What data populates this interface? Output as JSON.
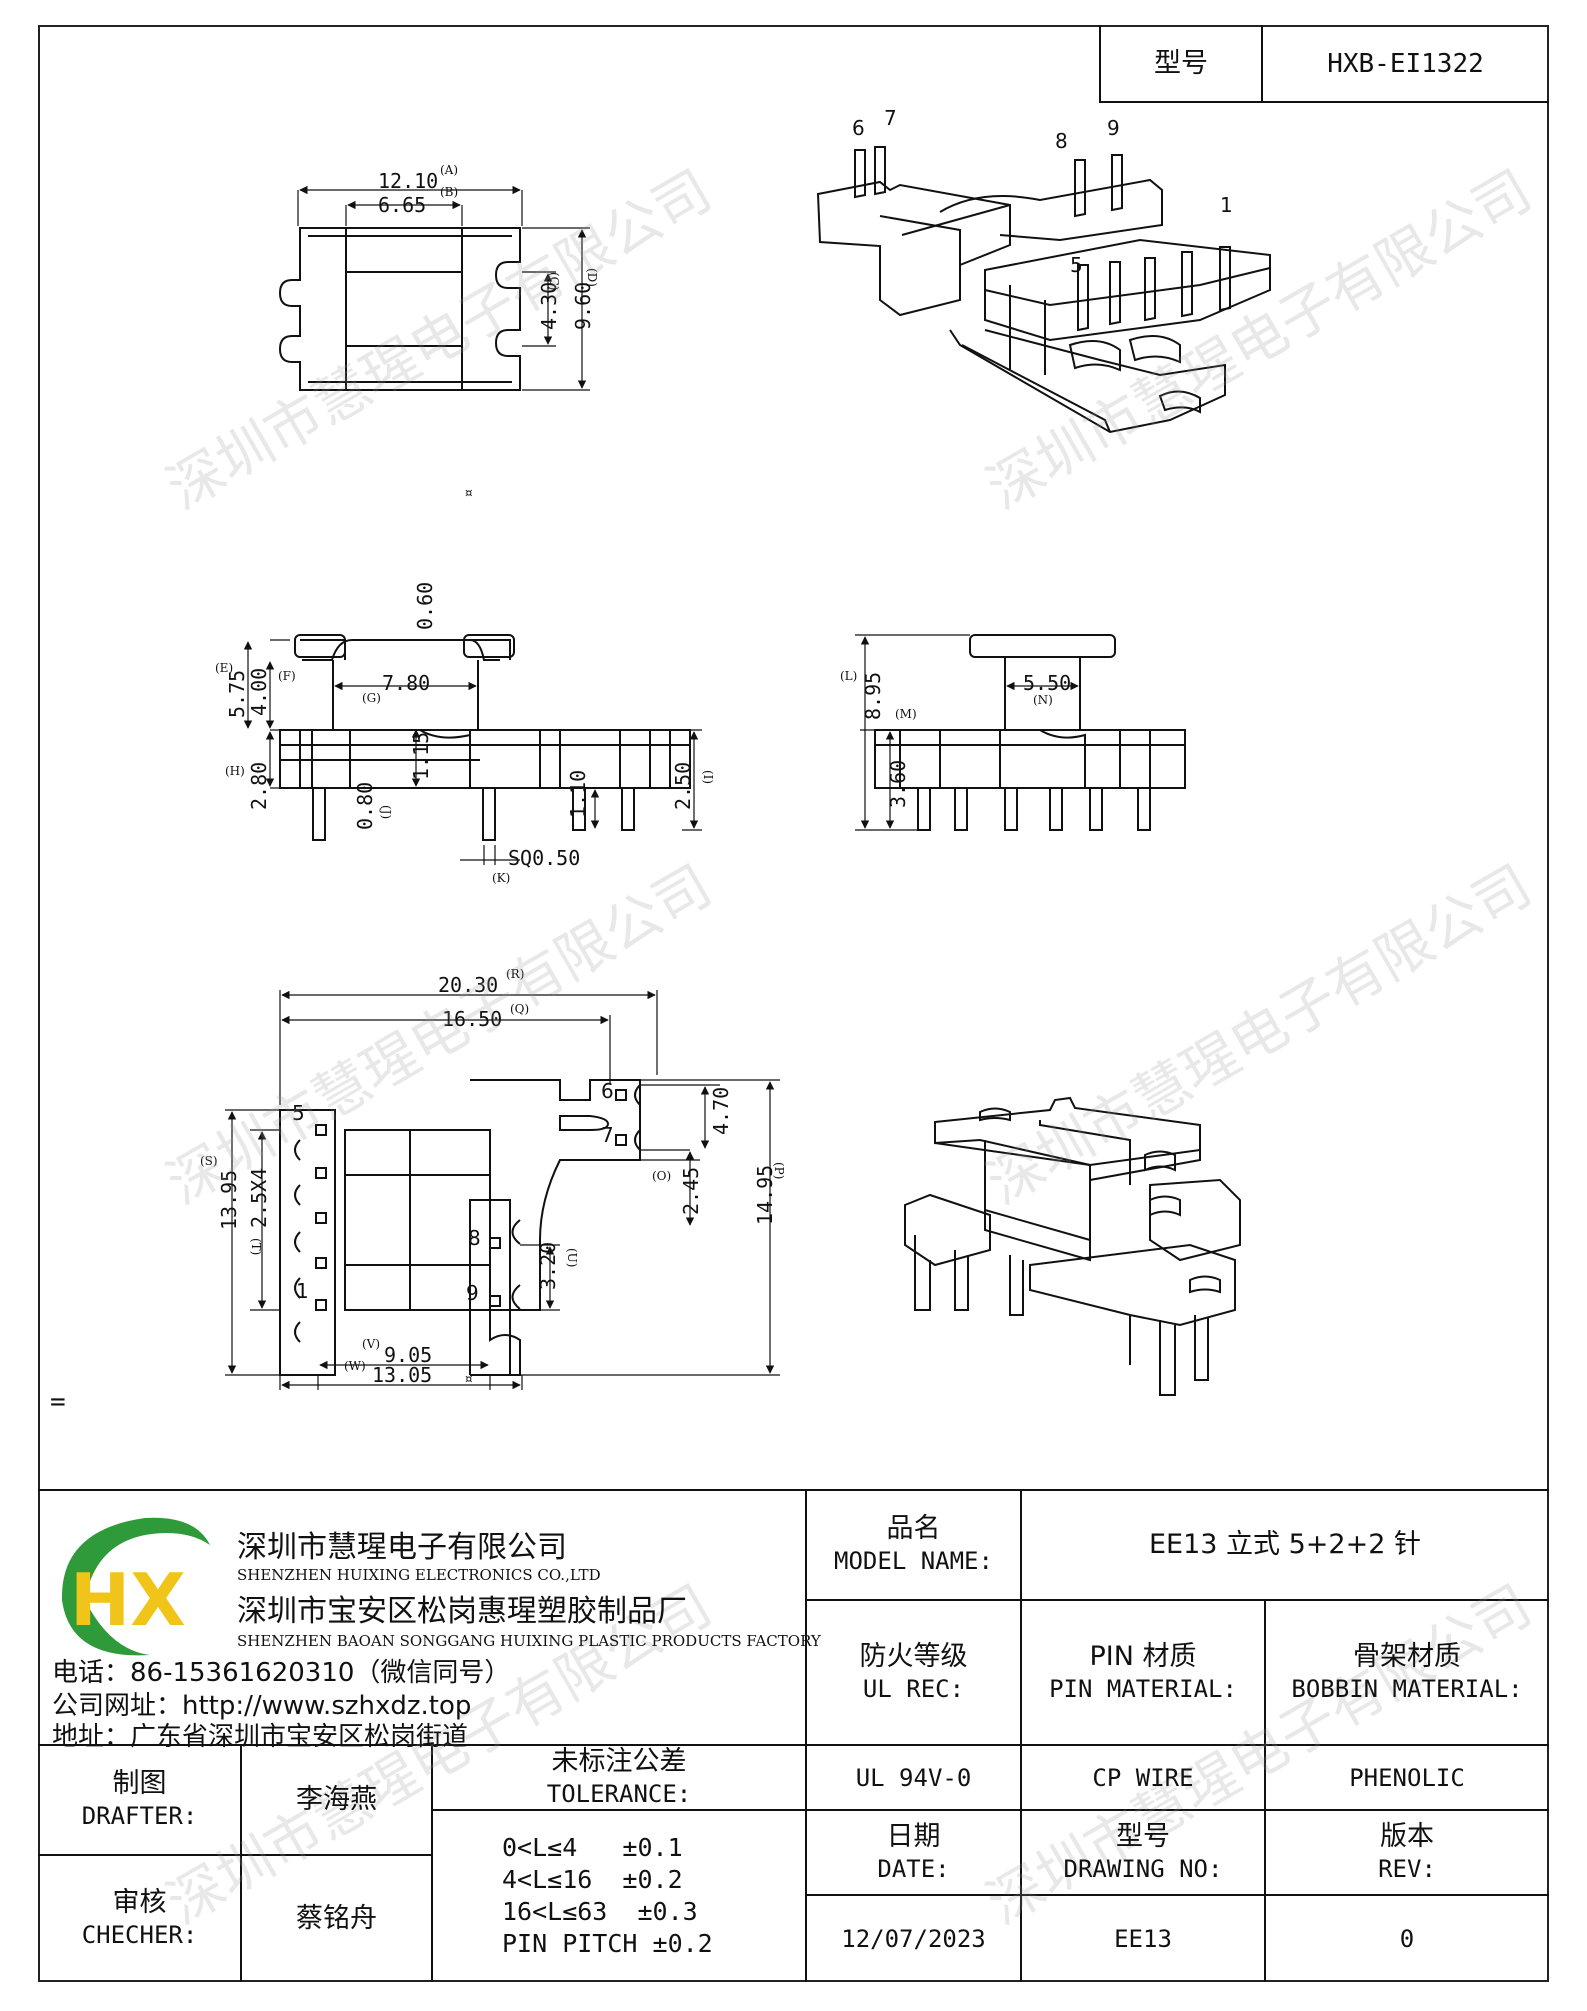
{
  "header": {
    "model_label": "型号",
    "model_value": "HXB-EI1322"
  },
  "top_view": {
    "dims": {
      "a": "12.10",
      "b": "6.65",
      "c": "4.30",
      "d": "9.60"
    },
    "refs": {
      "a": "(A)",
      "b": "(B)",
      "c": "(C)",
      "d": "(D)"
    }
  },
  "iso_top": {
    "pins": [
      "6",
      "7",
      "8",
      "9",
      "1",
      "5"
    ]
  },
  "front_view": {
    "dims": {
      "t": "0.60",
      "w": "7.80",
      "h1": "5.75",
      "h2": "4.00",
      "h3": "2.80",
      "s": "1.15",
      "pd": "0.80",
      "p2": "1.10",
      "p3": "2.50",
      "sq": "SQ0.50"
    },
    "refs": {
      "e": "(E)",
      "f": "(F)",
      "g": "(G)",
      "h": "(H)",
      "j": "(J)",
      "k": "(K)",
      "i": "(I)"
    }
  },
  "side_view": {
    "dims": {
      "w": "5.50",
      "h1": "8.95",
      "h2": "3.60"
    },
    "refs": {
      "l": "(L)",
      "n": "(N)",
      "m": "(M)"
    }
  },
  "bottom_view": {
    "dims": {
      "r": "20.30",
      "q": "16.50",
      "h1": "4.70",
      "h2": "2.45",
      "p": "14.95",
      "s": "13.95",
      "pitch": "2.5X4",
      "u": "3.20",
      "v": "9.05",
      "w": "13.05"
    },
    "refs": {
      "r": "(R)",
      "q": "(Q)",
      "o": "(O)",
      "p": "(P)",
      "s": "(S)",
      "t": "(T)",
      "u": "(U)",
      "v": "(V)",
      "w": "(W)"
    },
    "pins": [
      "5",
      "1",
      "6",
      "7",
      "8",
      "9"
    ]
  },
  "marks": {
    "equals": "=",
    "small": "¤"
  },
  "watermark": "深圳市慧瑆电子有限公司",
  "company": {
    "name_zh": "深圳市慧瑆电子有限公司",
    "name_en": "SHENZHEN HUIXING ELECTRONICS CO.,LTD",
    "factory_zh": "深圳市宝安区松岗惠瑆塑胶制品厂",
    "factory_en": "SHENZHEN BAOAN SONGGANG HUIXING PLASTIC PRODUCTS FACTORY",
    "phone": "电话：86-15361620310（微信同号）",
    "website": "公司网址：http://www.szhxdz.top",
    "address": "地址：广东省深圳市宝安区松岗街道",
    "logo_text": "HX"
  },
  "title_block": {
    "model_name_zh": "品名",
    "model_name_en": "MODEL NAME:",
    "model_name_value": "EE13 立式 5+2+2 针",
    "ul_rec_zh": "防火等级",
    "ul_rec_en": "UL REC:",
    "pin_mat_zh": "PIN 材质",
    "pin_mat_en": "PIN MATERIAL:",
    "bobbin_mat_zh": "骨架材质",
    "bobbin_mat_en": "BOBBIN MATERIAL:",
    "ul_value": "UL 94V-0",
    "pin_value": "CP WIRE",
    "bobbin_value": "PHENOLIC",
    "drafter_zh": "制图",
    "drafter_en": "DRAFTER:",
    "drafter_name": "李海燕",
    "checker_zh": "审核",
    "checker_en": "CHECHER:",
    "checker_name": "蔡铭舟",
    "tolerance_zh": "未标注公差",
    "tolerance_en": "TOLERANCE:",
    "tolerances": [
      "0<L≤4   ±0.1",
      "4<L≤16  ±0.2",
      "16<L≤63  ±0.3",
      "PIN PITCH ±0.2"
    ],
    "date_zh": "日期",
    "date_en": "DATE:",
    "date_value": "12/07/2023",
    "drawing_no_zh": "型号",
    "drawing_no_en": "DRAWING NO:",
    "drawing_no_value": "EE13",
    "rev_zh": "版本",
    "rev_en": "REV:",
    "rev_value": "0"
  }
}
